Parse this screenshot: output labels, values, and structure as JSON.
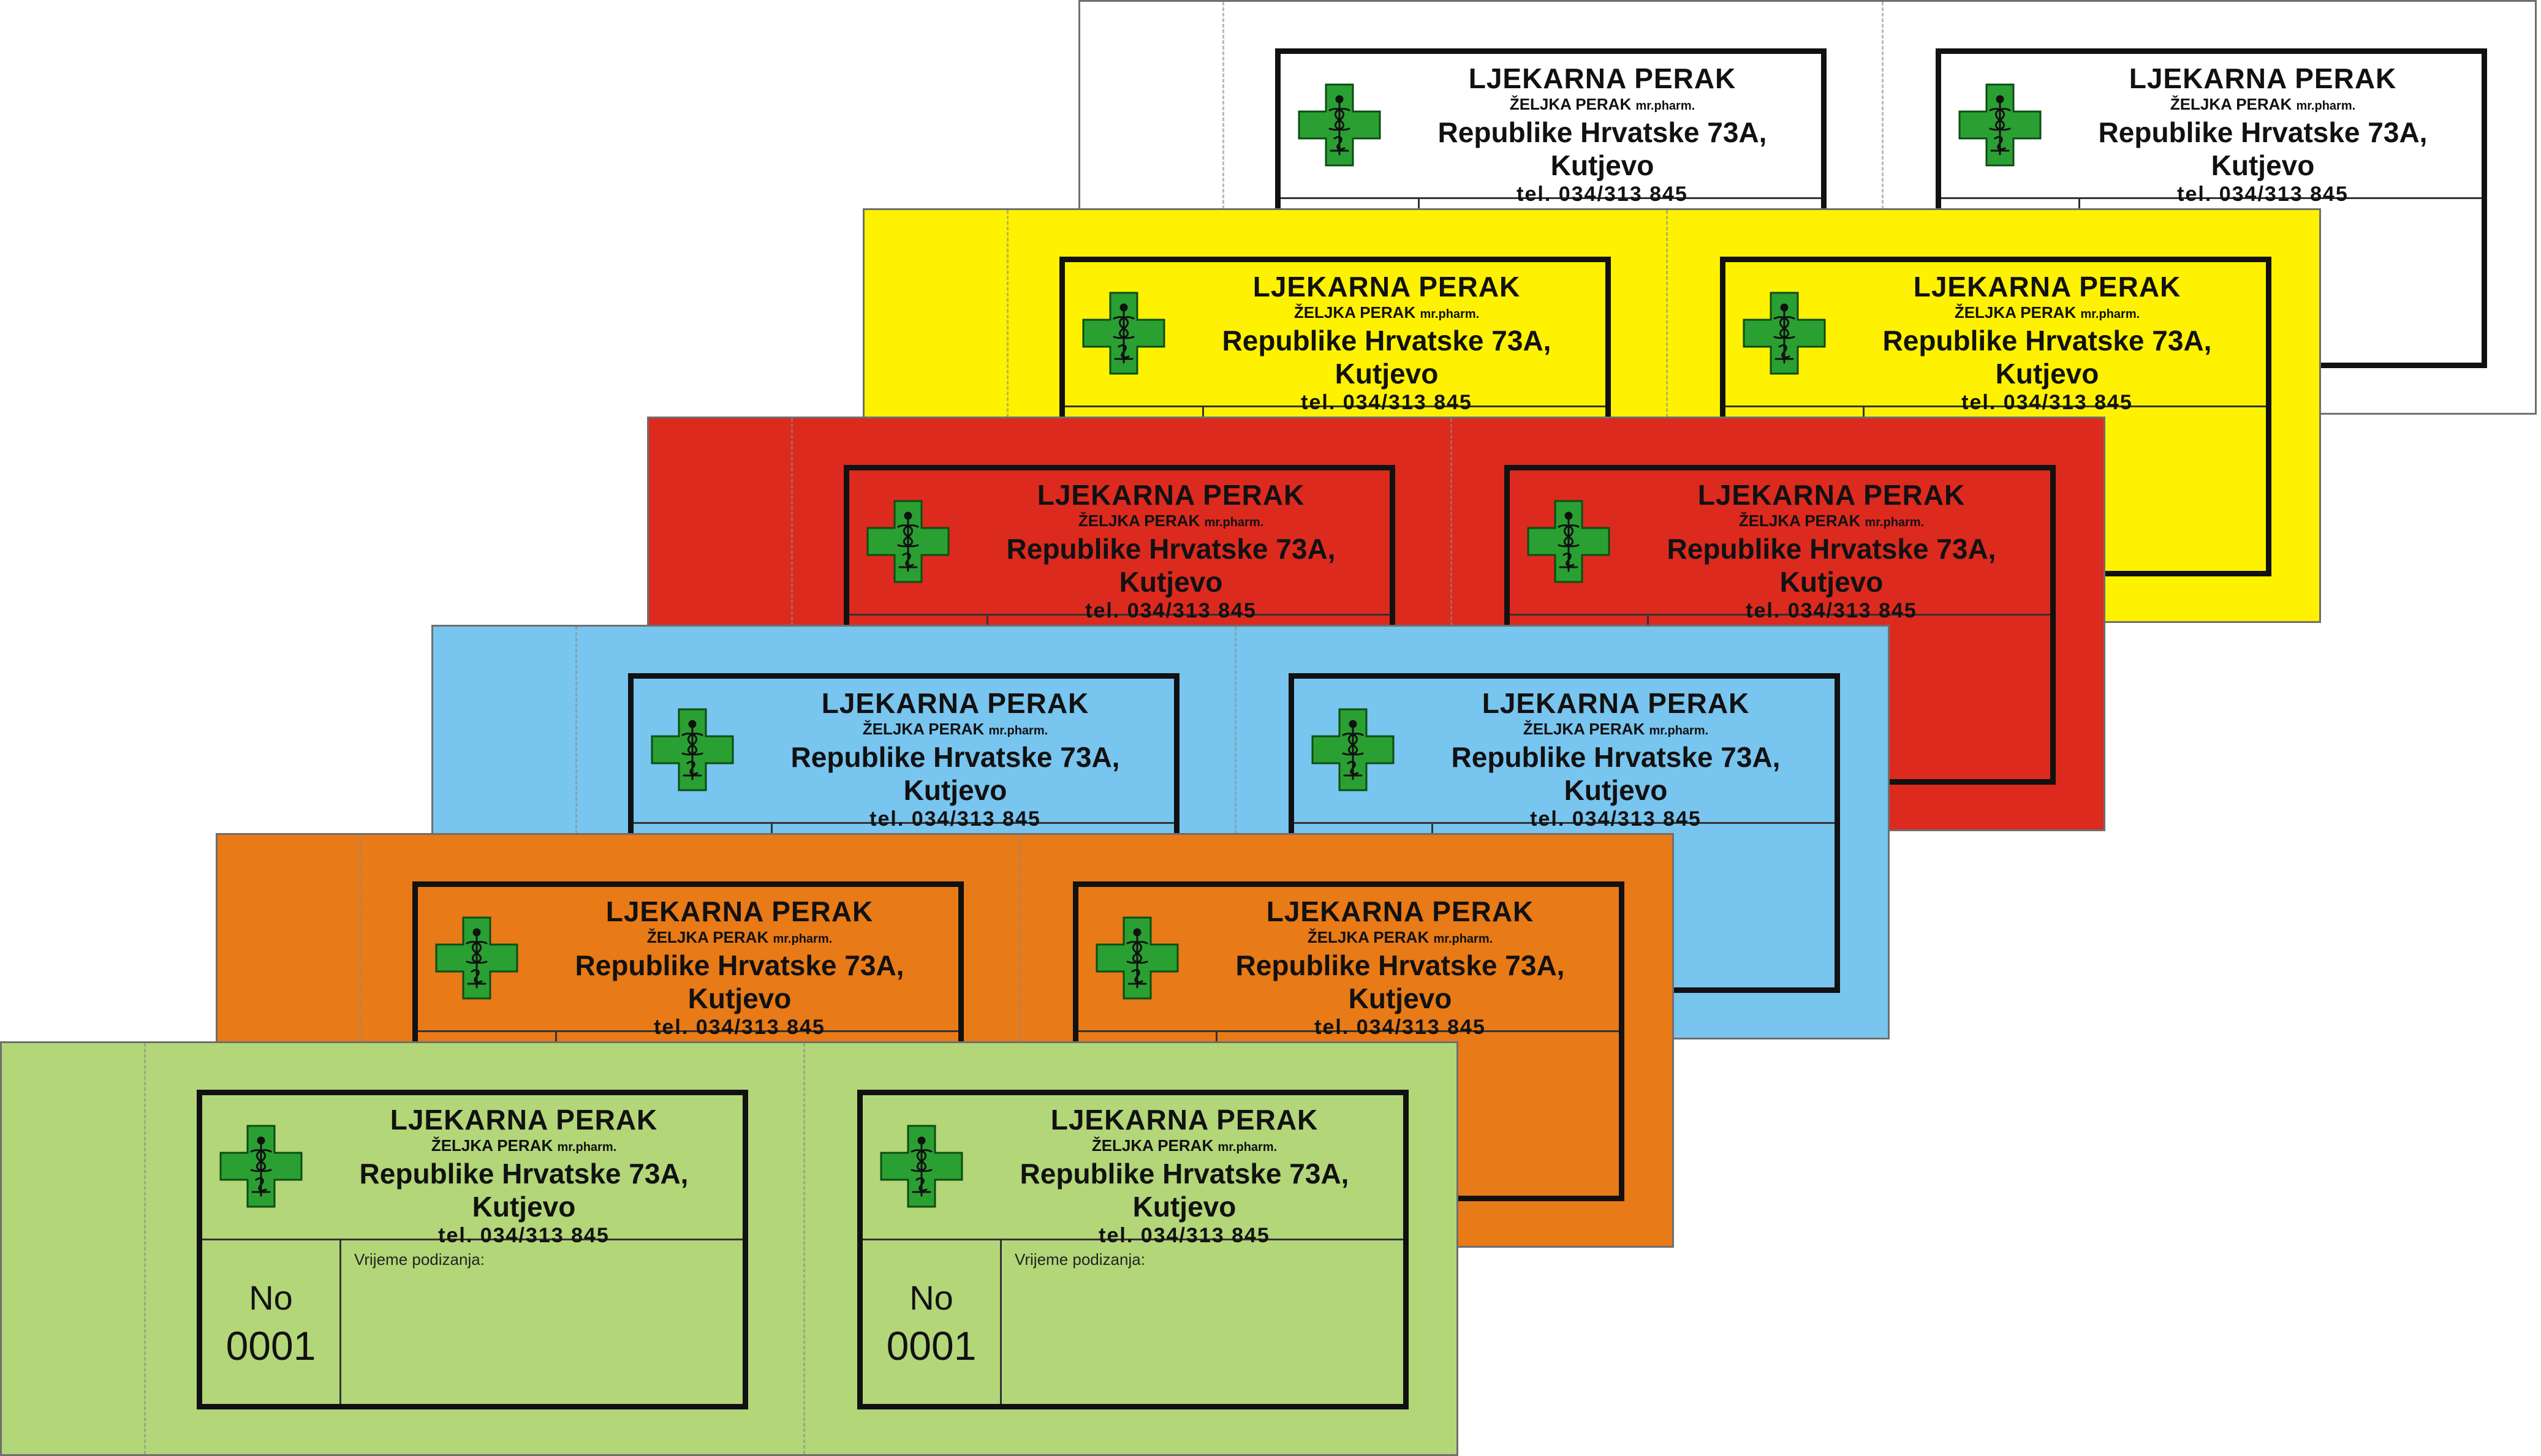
{
  "pharmacy": {
    "name": "LJEKARNA PERAK",
    "owner_name": "ŽELJKA PERAK",
    "owner_title": "mr.pharm.",
    "address": "Republike Hrvatske 73A, Kutjevo",
    "phone": "tel. 034/313 845"
  },
  "ticket_body": {
    "number_label": "No",
    "number_value": "0001",
    "time_label": "Vrijeme podizanja:"
  },
  "colors": {
    "cross_green": "#2aa033",
    "cross_outline": "#0c4d12",
    "sheets": [
      "#ffffff",
      "#fff200",
      "#dc2a1f",
      "#78c5ef",
      "#e87a17",
      "#b3d679"
    ]
  },
  "sheets": [
    {
      "color_name": "white"
    },
    {
      "color_name": "yellow"
    },
    {
      "color_name": "red"
    },
    {
      "color_name": "light-blue"
    },
    {
      "color_name": "orange"
    },
    {
      "color_name": "light-green"
    }
  ]
}
